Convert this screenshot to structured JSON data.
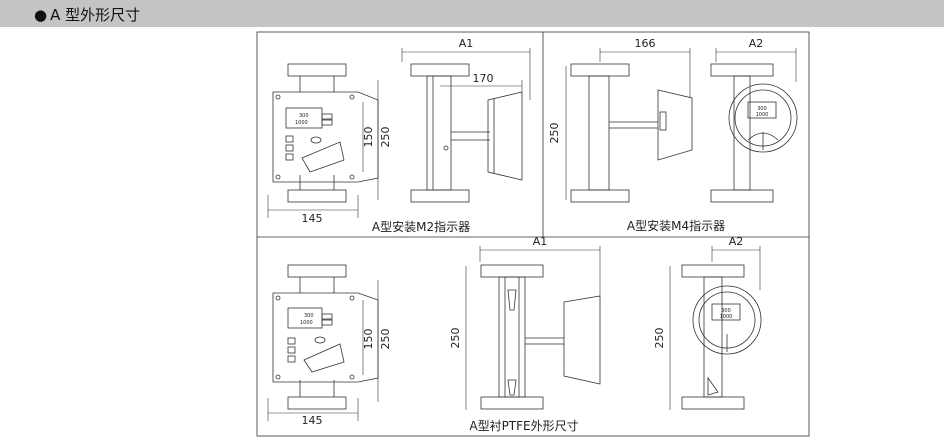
{
  "header": {
    "bullet": "●",
    "title": "A 型外形尺寸"
  },
  "panels": {
    "m2": {
      "caption": "A型安装M2指示器",
      "dim_width": "145",
      "dim_inner_height": "150",
      "dim_height": "250",
      "dim_a1": "A1",
      "dim_depth": "170",
      "display_top": "300",
      "display_bottom": "1000"
    },
    "m4": {
      "caption": "A型安装M4指示器",
      "dim_depth": "166",
      "dim_a2": "A2",
      "dim_height": "250",
      "display_top": "300",
      "display_bottom": "1000"
    },
    "ptfe": {
      "caption": "A型衬PTFE外形尺寸",
      "dim_width": "145",
      "dim_inner_height": "150",
      "dim_height_left": "250",
      "dim_a1": "A1",
      "dim_height_mid": "250",
      "dim_a2": "A2",
      "dim_height_right": "250",
      "display_top": "300",
      "display_bottom": "1000"
    }
  }
}
